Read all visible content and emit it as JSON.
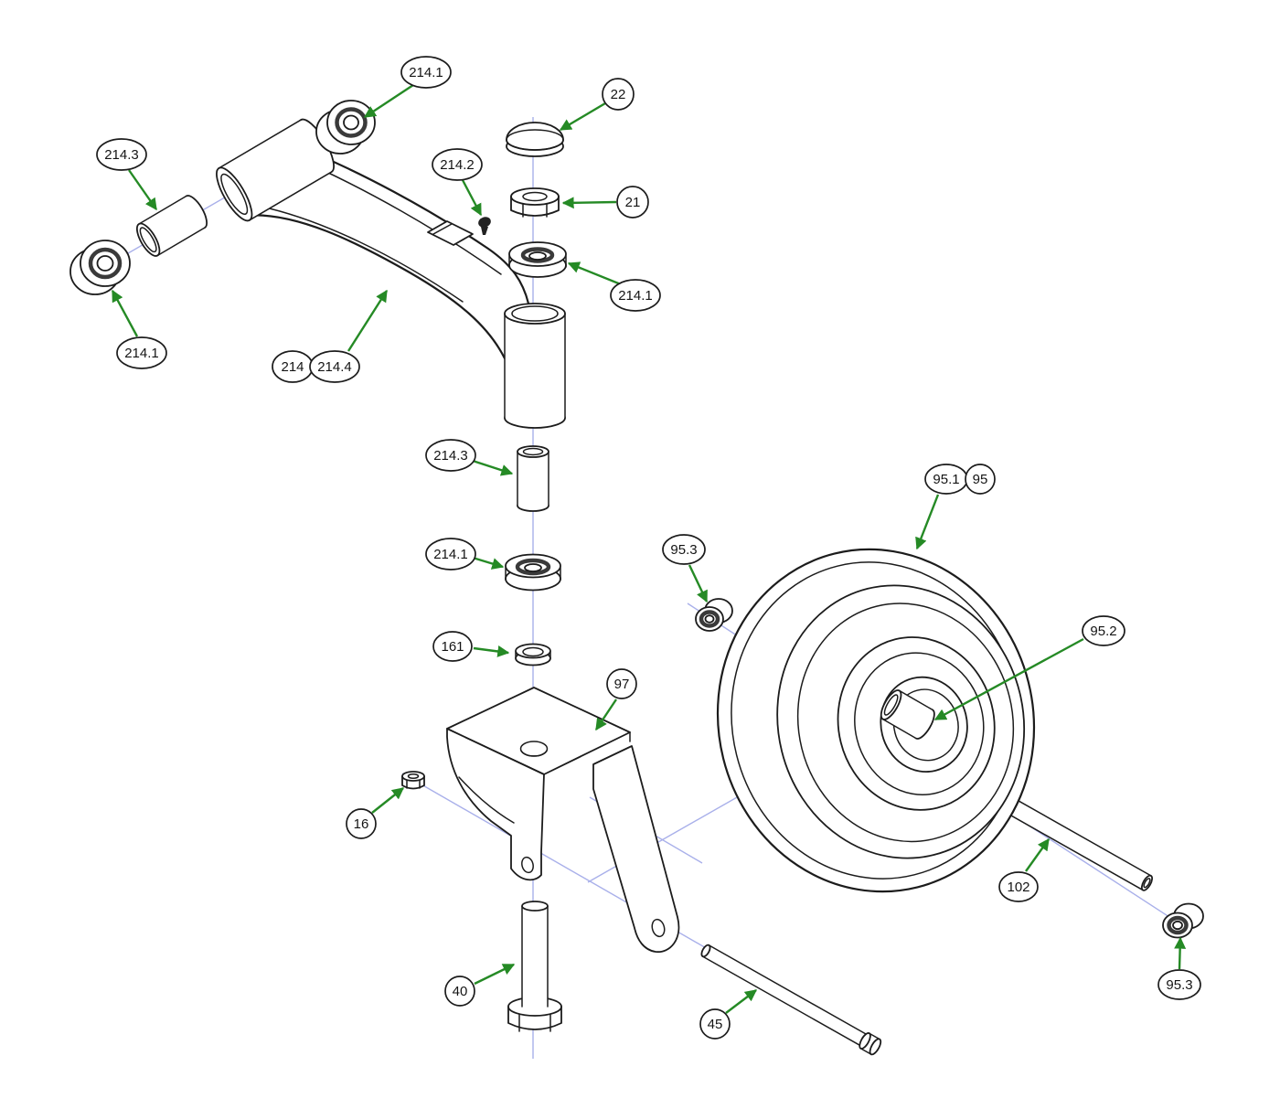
{
  "diagram": {
    "kind": "exploded-parts-view",
    "colors": {
      "line": "#1c1c1c",
      "leader_arrow": "#258a25",
      "axis_line": "#a9b0ea",
      "background": "#ffffff"
    },
    "callouts": [
      {
        "label": "214.1"
      },
      {
        "label": "22"
      },
      {
        "label": "214.3"
      },
      {
        "label": "214.2"
      },
      {
        "label": "21"
      },
      {
        "label": "214.1"
      },
      {
        "label": "214.1"
      },
      {
        "label": "214"
      },
      {
        "label": "214.4"
      },
      {
        "label": "214.3"
      },
      {
        "label": "214.1"
      },
      {
        "label": "161"
      },
      {
        "label": "97"
      },
      {
        "label": "16"
      },
      {
        "label": "40"
      },
      {
        "label": "45"
      },
      {
        "label": "102"
      },
      {
        "label": "95.3"
      },
      {
        "label": "95.1"
      },
      {
        "label": "95"
      },
      {
        "label": "95.2"
      },
      {
        "label": "95.3"
      }
    ]
  }
}
